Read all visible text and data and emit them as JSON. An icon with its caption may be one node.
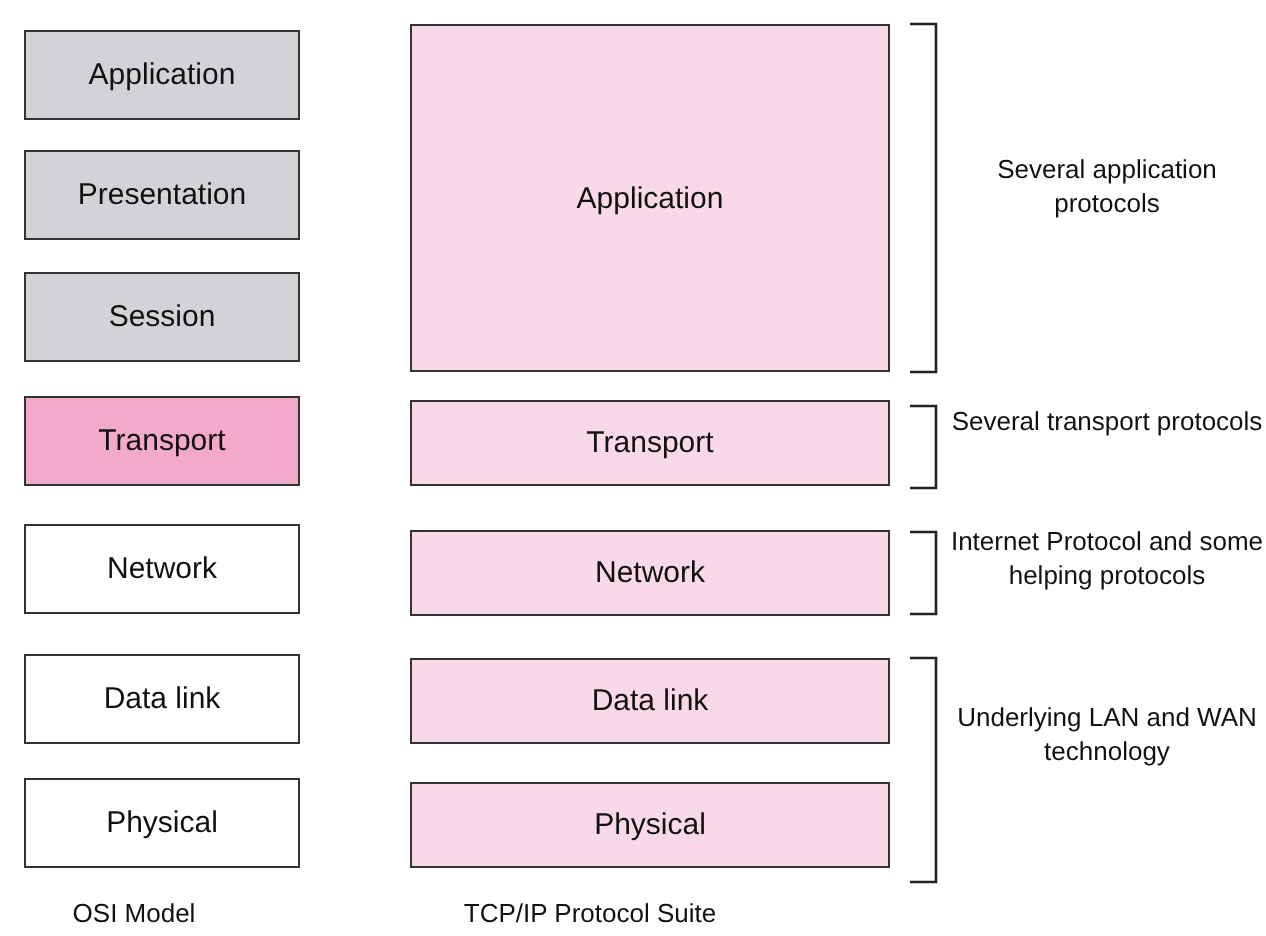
{
  "diagram": {
    "nodes": [
      {
        "text": [
          "Application"
        ]
      },
      {
        "text": [
          "Presentation"
        ]
      },
      {
        "text": [
          "Session"
        ]
      },
      {
        "text": [
          "Transport"
        ]
      },
      {
        "text": [
          "Network"
        ]
      },
      {
        "text": [
          "Data link"
        ]
      },
      {
        "text": [
          "Physical"
        ]
      },
      {
        "text": [
          "Application"
        ]
      },
      {
        "text": [
          "Transport"
        ]
      },
      {
        "text": [
          "Network"
        ]
      },
      {
        "text": [
          "Data link"
        ]
      },
      {
        "text": [
          "Physical"
        ]
      }
    ],
    "labels": [
      "Several application protocols",
      "Several transport protocols",
      "Internet Protocol and some helping protocols",
      "Underlying LAN and WAN technology",
      "OSI Model",
      "TCP/IP Protocol Suite"
    ]
  }
}
